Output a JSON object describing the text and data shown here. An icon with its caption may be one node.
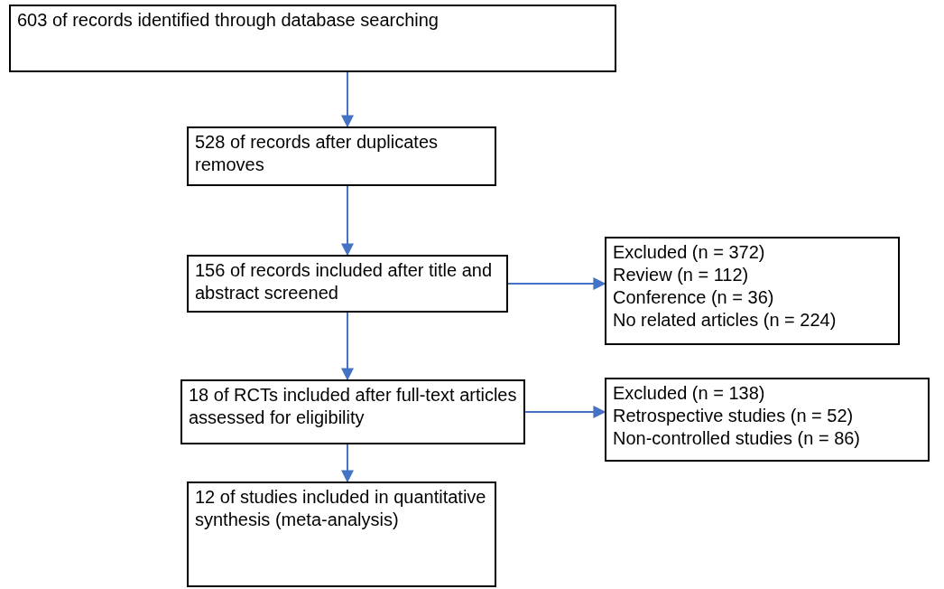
{
  "diagram": {
    "nodes": [
      {
        "text": [
          "603 of records identified through database searching"
        ]
      },
      {
        "text": [
          "528 of records after duplicates removes"
        ]
      },
      {
        "text": [
          "156 of records included after title and abstract screened"
        ]
      },
      {
        "text": [
          "Excluded (n = 372)",
          "Review (n = 112)",
          "Conference (n = 36)",
          "No related articles (n = 224)"
        ]
      },
      {
        "text": [
          "18 of RCTs included after full-text articles assessed for eligibility"
        ]
      },
      {
        "text": [
          "Excluded (n = 138)",
          "Retrospective studies (n = 52)",
          "Non-controlled studies (n = 86)"
        ]
      },
      {
        "text": [
          "12 of studies included in quantitative synthesis (meta-analysis)"
        ]
      }
    ],
    "edges": [
      {
        "from": 0,
        "to": 1,
        "arrow": "to"
      },
      {
        "from": 1,
        "to": 2,
        "arrow": "to"
      },
      {
        "from": 2,
        "to": 3,
        "arrow": "to"
      },
      {
        "from": 2,
        "to": 4,
        "arrow": "to"
      },
      {
        "from": 4,
        "to": 5,
        "arrow": "to"
      },
      {
        "from": 4,
        "to": 6,
        "arrow": "to"
      }
    ]
  }
}
